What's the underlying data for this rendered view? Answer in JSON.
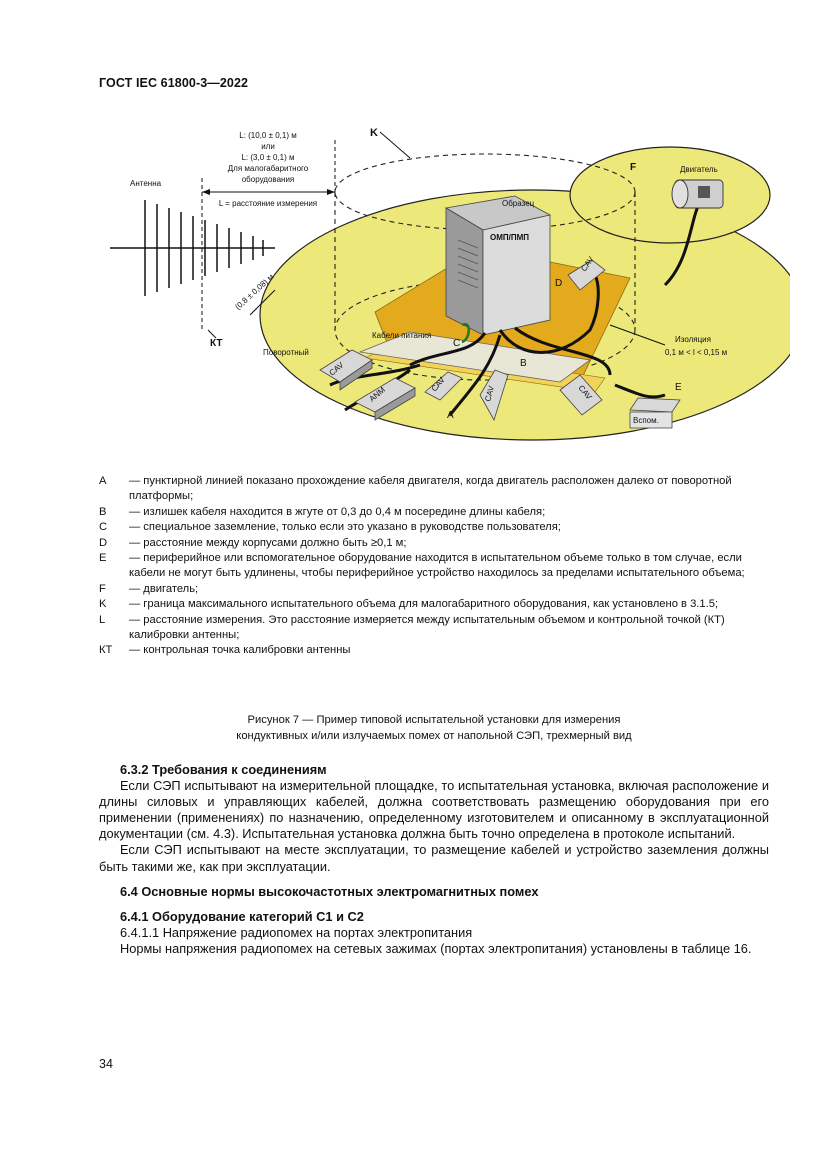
{
  "header": {
    "title": "ГОСТ IEC 61800-3—2022"
  },
  "figure": {
    "distance_line1": "L: (10,0 ± 0,1) м",
    "distance_or": "или",
    "distance_line2": "L: (3,0 ± 0,1) м",
    "small_equipment_1": "Для малогабаритного",
    "small_equipment_2": "оборудования",
    "distance_def": "L = расстояние измерения",
    "antenna": "Антенна",
    "kt": "КТ",
    "k": "K",
    "f": "F",
    "motor": "Двигатель",
    "sample": "Образец",
    "emp": "ОМП/ПМП",
    "d": "D",
    "cav": "CAV",
    "anm": "ANM",
    "power_cables": "Кабели питания",
    "c": "C",
    "b": "B",
    "a": "A",
    "e": "E",
    "aux": "Вспом.",
    "turntable": "Поворотный",
    "isolation_1": "Изоляция",
    "isolation_2": "0,1 м < l < 0,15 м",
    "height": "(0,8 ± 0,08) м"
  },
  "legend": [
    {
      "key": "A",
      "text": "— пунктирной линией показано прохождение кабеля двигателя, когда двигатель расположен далеко от поворотной платформы;"
    },
    {
      "key": "B",
      "text": "— излишек кабеля находится в жгуте от 0,3 до 0,4 м посередине длины кабеля;"
    },
    {
      "key": "C",
      "text": "— специальное заземление, только если это указано в руководстве пользователя;"
    },
    {
      "key": "D",
      "text": "— расстояние между корпусами должно быть ≥0,1 м;"
    },
    {
      "key": "E",
      "text": "— периферийное или вспомогательное оборудование находится в испытательном объеме только в том случае, если кабели не могут быть удлинены, чтобы периферийное устройство находилось за пределами испытательного объема;"
    },
    {
      "key": "F",
      "text": "— двигатель;"
    },
    {
      "key": "K",
      "text": "— граница максимального испытательного объема для малогабаритного оборудования, как установлено в 3.1.5;"
    },
    {
      "key": "L",
      "text": "— расстояние измерения. Это расстояние измеряется между испытательным объемом и контрольной точкой (КТ) калибровки антенны;"
    },
    {
      "key": "КТ",
      "text": "— контрольная точка калибровки антенны"
    }
  ],
  "caption": {
    "line1": "Рисунок 7 — Пример типовой испытательной установки для измерения",
    "line2": "кондуктивных и/или излучаемых помех от напольной СЭП, трехмерный вид"
  },
  "body": {
    "h632": "6.3.2 Требования к соединениям",
    "p1": "Если СЭП испытывают на измерительной площадке, то испытательная установка, включая расположение и длины силовых и управляющих кабелей, должна соответствовать размещению оборудования при его применении (применениях) по назначению, определенному изготовителем и описанному в эксплуатационной документации (см. 4.3). Испытательная установка должна быть точно определена в протоколе испытаний.",
    "p2": "Если СЭП испытывают на месте эксплуатации, то размещение кабелей и устройство заземления должны быть такими же, как при эксплуатации.",
    "h64": "6.4 Основные нормы высокочастотных электромагнитных помех",
    "h641": "6.4.1 Оборудование категорий С1 и С2",
    "p3": "6.4.1.1 Напряжение радиопомех на портах электропитания",
    "p4": "Нормы напряжения радиопомех на сетевых зажимах (портах электропитания) установлены в таблице 16."
  },
  "footer": {
    "page": "34"
  }
}
